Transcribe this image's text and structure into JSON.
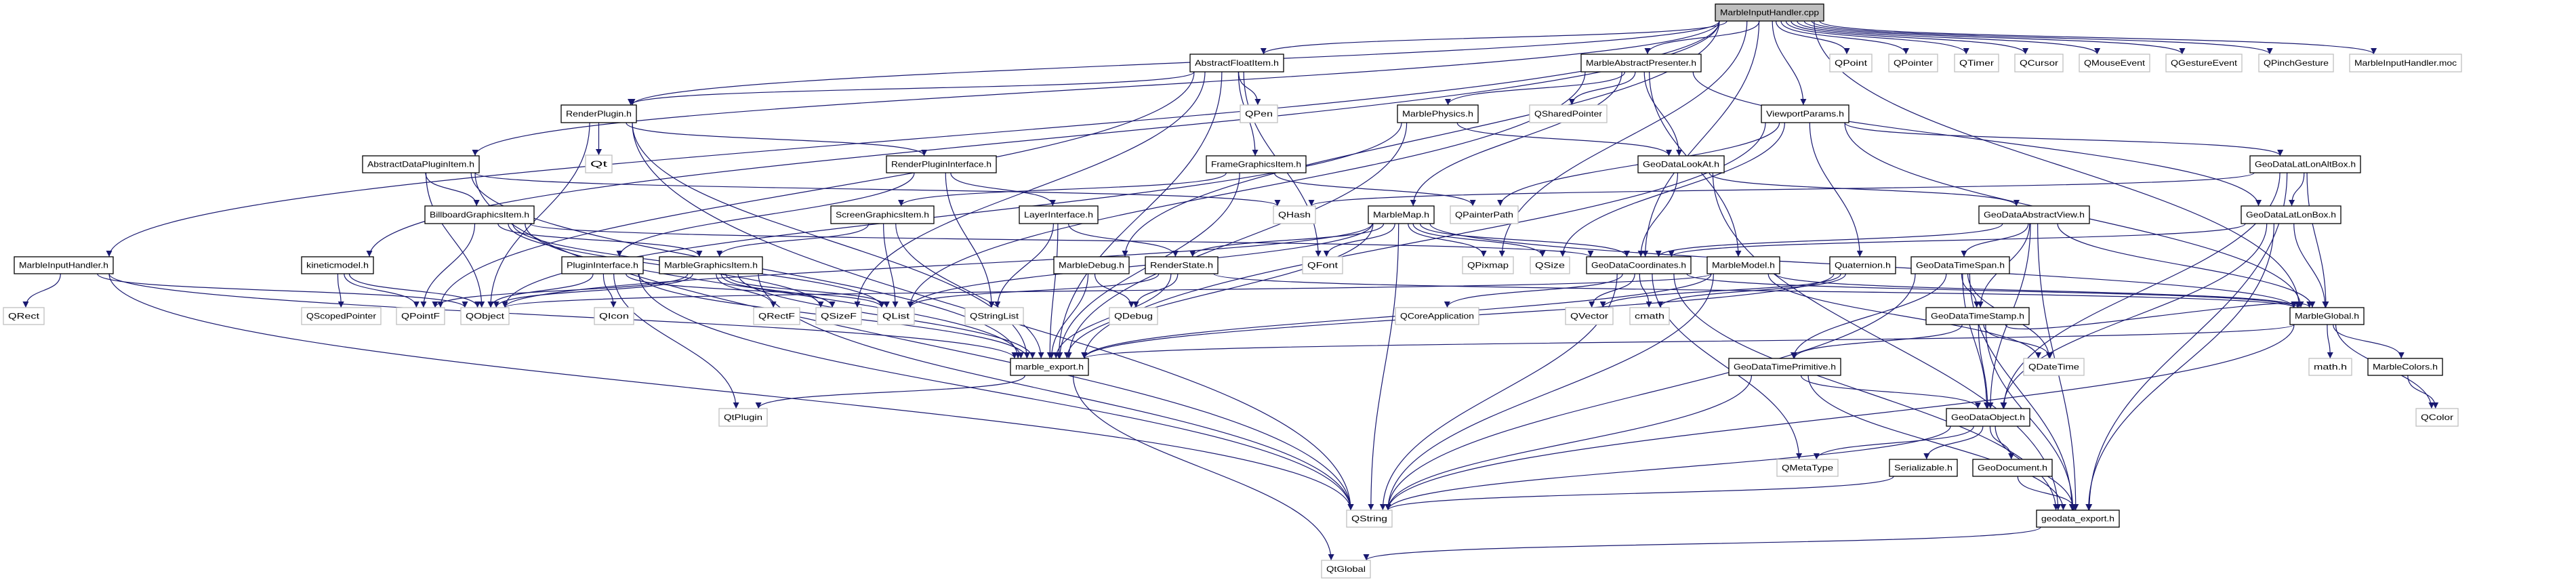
{
  "graph": {
    "edge_color": "#191970",
    "root_fill": "#bfbfbf",
    "nodes": [
      {
        "label": "MarbleInputHandler.cpp",
        "kind": "root"
      },
      {
        "label": "MarbleInputHandler.h",
        "kind": "doc"
      },
      {
        "label": "AbstractFloatItem.h",
        "kind": "doc"
      },
      {
        "label": "RenderPlugin.h",
        "kind": "doc"
      },
      {
        "label": "AbstractDataPluginItem.h",
        "kind": "doc"
      },
      {
        "label": "BillboardGraphicsItem.h",
        "kind": "doc"
      },
      {
        "label": "kineticmodel.h",
        "kind": "doc"
      },
      {
        "label": "PluginInterface.h",
        "kind": "doc"
      },
      {
        "label": "RenderPluginInterface.h",
        "kind": "doc"
      },
      {
        "label": "FrameGraphicsItem.h",
        "kind": "doc"
      },
      {
        "label": "ScreenGraphicsItem.h",
        "kind": "doc"
      },
      {
        "label": "LayerInterface.h",
        "kind": "doc"
      },
      {
        "label": "MarbleGraphicsItem.h",
        "kind": "doc"
      },
      {
        "label": "MarbleDebug.h",
        "kind": "doc"
      },
      {
        "label": "RenderState.h",
        "kind": "doc"
      },
      {
        "label": "marble_export.h",
        "kind": "doc"
      },
      {
        "label": "MarbleAbstractPresenter.h",
        "kind": "doc"
      },
      {
        "label": "MarblePhysics.h",
        "kind": "doc"
      },
      {
        "label": "ViewportParams.h",
        "kind": "doc"
      },
      {
        "label": "GeoDataLookAt.h",
        "kind": "doc"
      },
      {
        "label": "MarbleMap.h",
        "kind": "doc"
      },
      {
        "label": "GeoDataCoordinates.h",
        "kind": "doc"
      },
      {
        "label": "MarbleModel.h",
        "kind": "doc"
      },
      {
        "label": "Quaternion.h",
        "kind": "doc"
      },
      {
        "label": "GeoDataTimeSpan.h",
        "kind": "doc"
      },
      {
        "label": "GeoDataTimeStamp.h",
        "kind": "doc"
      },
      {
        "label": "GeoDataTimePrimitive.h",
        "kind": "doc"
      },
      {
        "label": "GeoDataObject.h",
        "kind": "doc"
      },
      {
        "label": "Serializable.h",
        "kind": "doc"
      },
      {
        "label": "GeoDocument.h",
        "kind": "doc"
      },
      {
        "label": "geodata_export.h",
        "kind": "doc"
      },
      {
        "label": "GeoDataAbstractView.h",
        "kind": "doc"
      },
      {
        "label": "GeoDataLatLonAltBox.h",
        "kind": "doc"
      },
      {
        "label": "GeoDataLatLonBox.h",
        "kind": "doc"
      },
      {
        "label": "MarbleGlobal.h",
        "kind": "doc"
      },
      {
        "label": "MarbleColors.h",
        "kind": "doc"
      },
      {
        "label": "Qt",
        "kind": "ext"
      },
      {
        "label": "QRect",
        "kind": "ext"
      },
      {
        "label": "QScopedPointer",
        "kind": "ext"
      },
      {
        "label": "QPointF",
        "kind": "ext"
      },
      {
        "label": "QObject",
        "kind": "ext"
      },
      {
        "label": "QIcon",
        "kind": "ext"
      },
      {
        "label": "QPen",
        "kind": "ext"
      },
      {
        "label": "QHash",
        "kind": "ext"
      },
      {
        "label": "QRectF",
        "kind": "ext"
      },
      {
        "label": "QSizeF",
        "kind": "ext"
      },
      {
        "label": "QList",
        "kind": "ext"
      },
      {
        "label": "QStringList",
        "kind": "ext"
      },
      {
        "label": "QDebug",
        "kind": "ext"
      },
      {
        "label": "QtPlugin",
        "kind": "ext"
      },
      {
        "label": "QPoint",
        "kind": "ext"
      },
      {
        "label": "QPointer",
        "kind": "ext"
      },
      {
        "label": "QSharedPointer",
        "kind": "ext"
      },
      {
        "label": "QPainterPath",
        "kind": "ext"
      },
      {
        "label": "QFont",
        "kind": "ext"
      },
      {
        "label": "QPixmap",
        "kind": "ext"
      },
      {
        "label": "QSize",
        "kind": "ext"
      },
      {
        "label": "QCoreApplication",
        "kind": "ext"
      },
      {
        "label": "QVector",
        "kind": "ext"
      },
      {
        "label": "cmath",
        "kind": "ext"
      },
      {
        "label": "QMetaType",
        "kind": "ext"
      },
      {
        "label": "QString",
        "kind": "ext"
      },
      {
        "label": "QtGlobal",
        "kind": "ext"
      },
      {
        "label": "QTimer",
        "kind": "ext"
      },
      {
        "label": "QCursor",
        "kind": "ext"
      },
      {
        "label": "QMouseEvent",
        "kind": "ext"
      },
      {
        "label": "QGestureEvent",
        "kind": "ext"
      },
      {
        "label": "QPinchGesture",
        "kind": "ext"
      },
      {
        "label": "MarbleInputHandler.moc",
        "kind": "ext"
      },
      {
        "label": "QDateTime",
        "kind": "ext"
      },
      {
        "label": "math.h",
        "kind": "ext"
      },
      {
        "label": "QColor",
        "kind": "ext"
      }
    ],
    "edges": [
      [
        "MarbleInputHandler.cpp",
        "MarbleInputHandler.h"
      ],
      [
        "MarbleInputHandler.cpp",
        "AbstractFloatItem.h"
      ],
      [
        "MarbleInputHandler.cpp",
        "RenderPlugin.h"
      ],
      [
        "MarbleInputHandler.cpp",
        "AbstractDataPluginItem.h"
      ],
      [
        "MarbleInputHandler.cpp",
        "kineticmodel.h"
      ],
      [
        "MarbleInputHandler.cpp",
        "MarbleDebug.h"
      ],
      [
        "MarbleInputHandler.cpp",
        "MarbleAbstractPresenter.h"
      ],
      [
        "MarbleInputHandler.cpp",
        "GeoDataCoordinates.h"
      ],
      [
        "MarbleInputHandler.cpp",
        "ViewportParams.h"
      ],
      [
        "MarbleInputHandler.cpp",
        "QPixmap"
      ],
      [
        "MarbleInputHandler.cpp",
        "QPoint"
      ],
      [
        "MarbleInputHandler.cpp",
        "QPointer"
      ],
      [
        "MarbleInputHandler.cpp",
        "QTimer"
      ],
      [
        "MarbleInputHandler.cpp",
        "QCursor"
      ],
      [
        "MarbleInputHandler.cpp",
        "QMouseEvent"
      ],
      [
        "MarbleInputHandler.cpp",
        "QGestureEvent"
      ],
      [
        "MarbleInputHandler.cpp",
        "QPinchGesture"
      ],
      [
        "MarbleInputHandler.cpp",
        "MarbleInputHandler.moc"
      ],
      [
        "MarbleInputHandler.cpp",
        "MarbleGlobal.h"
      ],
      [
        "MarbleInputHandler.h",
        "QRect"
      ],
      [
        "MarbleInputHandler.h",
        "QObject"
      ],
      [
        "MarbleInputHandler.h",
        "marble_export.h"
      ],
      [
        "MarbleInputHandler.h",
        "QString"
      ],
      [
        "kineticmodel.h",
        "QScopedPointer"
      ],
      [
        "kineticmodel.h",
        "QPointF"
      ],
      [
        "kineticmodel.h",
        "QObject"
      ],
      [
        "AbstractDataPluginItem.h",
        "BillboardGraphicsItem.h"
      ],
      [
        "AbstractDataPluginItem.h",
        "QObject"
      ],
      [
        "AbstractDataPluginItem.h",
        "QString"
      ],
      [
        "AbstractDataPluginItem.h",
        "marble_export.h"
      ],
      [
        "AbstractDataPluginItem.h",
        "QHash"
      ],
      [
        "BillboardGraphicsItem.h",
        "MarbleGraphicsItem.h"
      ],
      [
        "BillboardGraphicsItem.h",
        "QPointF"
      ],
      [
        "BillboardGraphicsItem.h",
        "QSizeF"
      ],
      [
        "BillboardGraphicsItem.h",
        "marble_export.h"
      ],
      [
        "BillboardGraphicsItem.h",
        "GeoDataCoordinates.h"
      ],
      [
        "BillboardGraphicsItem.h",
        "QList"
      ],
      [
        "RenderPlugin.h",
        "RenderPluginInterface.h"
      ],
      [
        "RenderPlugin.h",
        "Qt"
      ],
      [
        "RenderPlugin.h",
        "QObject"
      ],
      [
        "RenderPlugin.h",
        "QString"
      ],
      [
        "RenderPlugin.h",
        "marble_export.h"
      ],
      [
        "AbstractFloatItem.h",
        "RenderPlugin.h"
      ],
      [
        "AbstractFloatItem.h",
        "QPen"
      ],
      [
        "AbstractFloatItem.h",
        "FrameGraphicsItem.h"
      ],
      [
        "AbstractFloatItem.h",
        "QPointF"
      ],
      [
        "AbstractFloatItem.h",
        "QSizeF"
      ],
      [
        "AbstractFloatItem.h",
        "QFont"
      ],
      [
        "AbstractFloatItem.h",
        "marble_export.h"
      ],
      [
        "RenderPluginInterface.h",
        "PluginInterface.h"
      ],
      [
        "RenderPluginInterface.h",
        "LayerInterface.h"
      ],
      [
        "RenderPluginInterface.h",
        "QStringList"
      ],
      [
        "PluginInterface.h",
        "QIcon"
      ],
      [
        "PluginInterface.h",
        "QtPlugin"
      ],
      [
        "PluginInterface.h",
        "QObject"
      ],
      [
        "PluginInterface.h",
        "QList"
      ],
      [
        "PluginInterface.h",
        "QString"
      ],
      [
        "PluginInterface.h",
        "marble_export.h"
      ],
      [
        "FrameGraphicsItem.h",
        "ScreenGraphicsItem.h"
      ],
      [
        "FrameGraphicsItem.h",
        "QPainterPath"
      ],
      [
        "FrameGraphicsItem.h",
        "marble_export.h"
      ],
      [
        "ScreenGraphicsItem.h",
        "MarbleGraphicsItem.h"
      ],
      [
        "ScreenGraphicsItem.h",
        "QList"
      ],
      [
        "ScreenGraphicsItem.h",
        "marble_export.h"
      ],
      [
        "LayerInterface.h",
        "RenderState.h"
      ],
      [
        "LayerInterface.h",
        "QStringList"
      ],
      [
        "LayerInterface.h",
        "marble_export.h"
      ],
      [
        "MarbleGraphicsItem.h",
        "QRectF"
      ],
      [
        "MarbleGraphicsItem.h",
        "QSizeF"
      ],
      [
        "MarbleGraphicsItem.h",
        "QList"
      ],
      [
        "MarbleGraphicsItem.h",
        "QPointF"
      ],
      [
        "MarbleGraphicsItem.h",
        "QObject"
      ],
      [
        "MarbleGraphicsItem.h",
        "QString"
      ],
      [
        "MarbleGraphicsItem.h",
        "marble_export.h"
      ],
      [
        "MarbleDebug.h",
        "QDebug"
      ],
      [
        "MarbleDebug.h",
        "marble_export.h"
      ],
      [
        "RenderState.h",
        "QDebug"
      ],
      [
        "RenderState.h",
        "QList"
      ],
      [
        "RenderState.h",
        "marble_export.h"
      ],
      [
        "RenderState.h",
        "MarbleGlobal.h"
      ],
      [
        "marble_export.h",
        "QtPlugin"
      ],
      [
        "marble_export.h",
        "QtGlobal"
      ],
      [
        "MarbleAbstractPresenter.h",
        "MarblePhysics.h"
      ],
      [
        "MarbleAbstractPresenter.h",
        "QSharedPointer"
      ],
      [
        "MarbleAbstractPresenter.h",
        "MarbleMap.h"
      ],
      [
        "MarbleAbstractPresenter.h",
        "GeoDataLookAt.h"
      ],
      [
        "MarbleAbstractPresenter.h",
        "MarbleModel.h"
      ],
      [
        "MarbleAbstractPresenter.h",
        "GeoDataLatLonBox.h"
      ],
      [
        "MarbleAbstractPresenter.h",
        "QList"
      ],
      [
        "MarblePhysics.h",
        "GeoDataLookAt.h"
      ],
      [
        "MarblePhysics.h",
        "QObject"
      ],
      [
        "MarblePhysics.h",
        "marble_export.h"
      ],
      [
        "ViewportParams.h",
        "QSize"
      ],
      [
        "ViewportParams.h",
        "QPainterPath"
      ],
      [
        "ViewportParams.h",
        "GeoDataLatLonAltBox.h"
      ],
      [
        "ViewportParams.h",
        "Quaternion.h"
      ],
      [
        "ViewportParams.h",
        "MarbleGlobal.h"
      ],
      [
        "ViewportParams.h",
        "marble_export.h"
      ],
      [
        "GeoDataLookAt.h",
        "GeoDataAbstractView.h"
      ],
      [
        "GeoDataLookAt.h",
        "GeoDataCoordinates.h"
      ],
      [
        "GeoDataLookAt.h",
        "geodata_export.h"
      ],
      [
        "MarbleMap.h",
        "QFont"
      ],
      [
        "MarbleMap.h",
        "QPixmap"
      ],
      [
        "MarbleMap.h",
        "QSize"
      ],
      [
        "MarbleMap.h",
        "GeoDataCoordinates.h"
      ],
      [
        "MarbleMap.h",
        "RenderState.h"
      ],
      [
        "MarbleMap.h",
        "QString"
      ],
      [
        "MarbleMap.h",
        "QList"
      ],
      [
        "MarbleMap.h",
        "QObject"
      ],
      [
        "MarbleMap.h",
        "marble_export.h"
      ],
      [
        "MarbleMap.h",
        "MarbleGlobal.h"
      ],
      [
        "GeoDataCoordinates.h",
        "QCoreApplication"
      ],
      [
        "GeoDataCoordinates.h",
        "QVector"
      ],
      [
        "GeoDataCoordinates.h",
        "cmath"
      ],
      [
        "GeoDataCoordinates.h",
        "QMetaType"
      ],
      [
        "GeoDataCoordinates.h",
        "QString"
      ],
      [
        "GeoDataCoordinates.h",
        "MarbleGlobal.h"
      ],
      [
        "GeoDataCoordinates.h",
        "geodata_export.h"
      ],
      [
        "MarbleModel.h",
        "QObject"
      ],
      [
        "MarbleModel.h",
        "QString"
      ],
      [
        "MarbleModel.h",
        "MarbleGlobal.h"
      ],
      [
        "MarbleModel.h",
        "marble_export.h"
      ],
      [
        "MarbleModel.h",
        "QDateTime"
      ],
      [
        "Quaternion.h",
        "cmath"
      ],
      [
        "Quaternion.h",
        "QVector"
      ],
      [
        "Quaternion.h",
        "marble_export.h"
      ],
      [
        "GeoDataAbstractView.h",
        "GeoDataCoordinates.h"
      ],
      [
        "GeoDataAbstractView.h",
        "GeoDataTimeSpan.h"
      ],
      [
        "GeoDataAbstractView.h",
        "GeoDataTimeStamp.h"
      ],
      [
        "GeoDataAbstractView.h",
        "GeoDataObject.h"
      ],
      [
        "GeoDataAbstractView.h",
        "geodata_export.h"
      ],
      [
        "GeoDataAbstractView.h",
        "MarbleGlobal.h"
      ],
      [
        "GeoDataTimeSpan.h",
        "GeoDataTimeStamp.h"
      ],
      [
        "GeoDataTimeSpan.h",
        "GeoDataTimePrimitive.h"
      ],
      [
        "GeoDataTimeSpan.h",
        "QDateTime"
      ],
      [
        "GeoDataTimeSpan.h",
        "GeoDataObject.h"
      ],
      [
        "GeoDataTimeSpan.h",
        "geodata_export.h"
      ],
      [
        "GeoDataTimeSpan.h",
        "QString"
      ],
      [
        "GeoDataLatLonAltBox.h",
        "GeoDataLatLonBox.h"
      ],
      [
        "GeoDataLatLonAltBox.h",
        "MarbleGlobal.h"
      ],
      [
        "GeoDataLatLonAltBox.h",
        "QHash"
      ],
      [
        "GeoDataLatLonAltBox.h",
        "geodata_export.h"
      ],
      [
        "GeoDataLatLonAltBox.h",
        "GeoDataObject.h"
      ],
      [
        "GeoDataLatLonBox.h",
        "GeoDataCoordinates.h"
      ],
      [
        "GeoDataLatLonBox.h",
        "MarbleGlobal.h"
      ],
      [
        "GeoDataLatLonBox.h",
        "GeoDataObject.h"
      ],
      [
        "GeoDataLatLonBox.h",
        "geodata_export.h"
      ],
      [
        "GeoDataTimeStamp.h",
        "GeoDataTimePrimitive.h"
      ],
      [
        "GeoDataTimeStamp.h",
        "QDateTime"
      ],
      [
        "GeoDataTimeStamp.h",
        "GeoDataObject.h"
      ],
      [
        "GeoDataTimeStamp.h",
        "geodata_export.h"
      ],
      [
        "GeoDataTimeStamp.h",
        "MarbleGlobal.h"
      ],
      [
        "GeoDataTimePrimitive.h",
        "GeoDataObject.h"
      ],
      [
        "GeoDataTimePrimitive.h",
        "QString"
      ],
      [
        "GeoDataTimePrimitive.h",
        "geodata_export.h"
      ],
      [
        "GeoDataObject.h",
        "QMetaType"
      ],
      [
        "GeoDataObject.h",
        "Serializable.h"
      ],
      [
        "GeoDataObject.h",
        "GeoDocument.h"
      ],
      [
        "GeoDataObject.h",
        "geodata_export.h"
      ],
      [
        "GeoDataObject.h",
        "QString"
      ],
      [
        "GeoDocument.h",
        "geodata_export.h"
      ],
      [
        "Serializable.h",
        "QString"
      ],
      [
        "MarbleGlobal.h",
        "math.h"
      ],
      [
        "MarbleGlobal.h",
        "MarbleColors.h"
      ],
      [
        "MarbleGlobal.h",
        "QColor"
      ],
      [
        "MarbleGlobal.h",
        "QString"
      ],
      [
        "MarbleGlobal.h",
        "marble_export.h"
      ],
      [
        "MarbleColors.h",
        "QColor"
      ],
      [
        "geodata_export.h",
        "QtGlobal"
      ]
    ]
  }
}
